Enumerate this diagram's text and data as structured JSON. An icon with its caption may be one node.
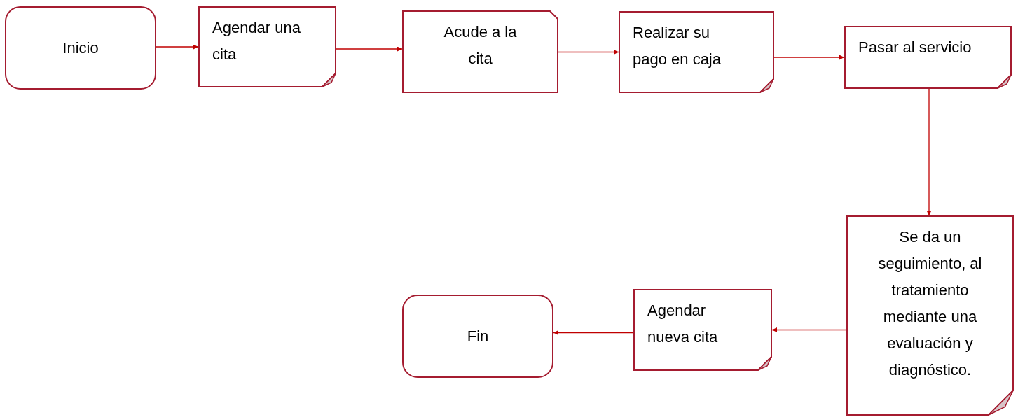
{
  "diagram": {
    "nodes": [
      {
        "text": [
          "Inicio"
        ]
      },
      {
        "text": [
          "Agendar una cita"
        ]
      },
      {
        "text": [
          "Acude a la cita"
        ]
      },
      {
        "text": [
          "Realizar su pago en caja"
        ]
      },
      {
        "text": [
          "Pasar al servicio"
        ]
      },
      {
        "text": [
          "Se da un seguimiento, al tratamiento mediante una evaluación y diagnóstico."
        ]
      },
      {
        "text": [
          "Agendar nueva cita"
        ]
      },
      {
        "text": [
          "Fin"
        ]
      }
    ],
    "edges": [
      {
        "from": 0,
        "to": 1,
        "arrow": "to"
      },
      {
        "from": 1,
        "to": 2,
        "arrow": "to"
      },
      {
        "from": 2,
        "to": 3,
        "arrow": "to"
      },
      {
        "from": 3,
        "to": 4,
        "arrow": "to"
      },
      {
        "from": 4,
        "to": 5,
        "arrow": "to"
      },
      {
        "from": 5,
        "to": 6,
        "arrow": "to"
      },
      {
        "from": 6,
        "to": 7,
        "arrow": "to"
      }
    ]
  }
}
